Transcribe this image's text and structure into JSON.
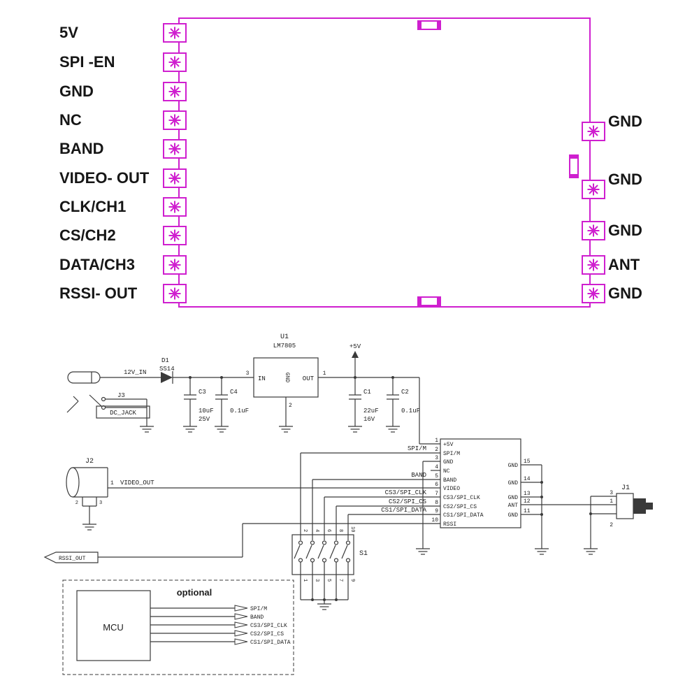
{
  "pcb": {
    "left_pins": [
      "5V",
      "SPI -EN",
      "GND",
      "NC",
      "BAND",
      "VIDEO- OUT",
      "CLK/CH1",
      "CS/CH2",
      "DATA/CH3",
      "RSSI- OUT"
    ],
    "right_pins": [
      "GND",
      "GND",
      "GND",
      "ANT",
      "GND"
    ],
    "accent_color": "#cf1fcf"
  },
  "schematic": {
    "power": {
      "input_label": "12V_IN",
      "d1_ref": "D1",
      "d1_part": "SS14",
      "j3_ref": "J3",
      "j3_label": "DC_JACK",
      "c3_ref": "C3",
      "c3_val": "10uF",
      "c3_volt": "25V",
      "c4_ref": "C4",
      "c4_val": "0.1uF",
      "u1_ref": "U1",
      "u1_part": "LM7805",
      "u1_in_label": "IN",
      "u1_out_label": "OUT",
      "u1_gnd_label": "GND",
      "u1_in_pin": "3",
      "u1_out_pin": "1",
      "u1_gnd_pin": "2",
      "rail_label": "+5V",
      "c1_ref": "C1",
      "c1_val": "22uF",
      "c1_volt": "16V",
      "c2_ref": "C2",
      "c2_val": "0.1uF"
    },
    "module": {
      "left_pin_numbers": [
        "1",
        "2",
        "3",
        "4",
        "5",
        "6",
        "7",
        "8",
        "9",
        "10"
      ],
      "left_pin_names": [
        "+5V",
        "SPI/M",
        "GND",
        "NC",
        "BAND",
        "VIDEO",
        "CS3/SPI_CLK",
        "CS2/SPI_CS",
        "CS1/SPI_DATA",
        "RSSI"
      ],
      "right_pin_numbers": [
        "15",
        "14",
        "13",
        "12",
        "11"
      ],
      "right_pin_names": [
        "GND",
        "GND",
        "GND",
        "ANT",
        "GND"
      ]
    },
    "net_labels": {
      "spi_m": "SPI/M",
      "band": "BAND",
      "cs3": "CS3/SPI_CLK",
      "cs2": "CS2/SPI_CS",
      "cs1": "CS1/SPI_DATA",
      "video_out": "VIDEO_OUT",
      "rssi_out": "RSSI_OUT"
    },
    "j2": {
      "ref": "J2",
      "pin1": "1",
      "pin2": "2",
      "pin3": "3"
    },
    "j1": {
      "ref": "J1",
      "pin3": "3",
      "pin1": "1",
      "pin2": "2"
    },
    "s1": {
      "ref": "S1",
      "top_pins": [
        "2",
        "4",
        "6",
        "8",
        "10"
      ],
      "bottom_pins": [
        "1",
        "3",
        "5",
        "7",
        "9"
      ]
    },
    "mcu": {
      "label": "MCU",
      "section": "optional",
      "signals": [
        "SPI/M",
        "BAND",
        "CS3/SPI_CLK",
        "CS2/SPI_CS",
        "CS1/SPI_DATA"
      ]
    }
  }
}
